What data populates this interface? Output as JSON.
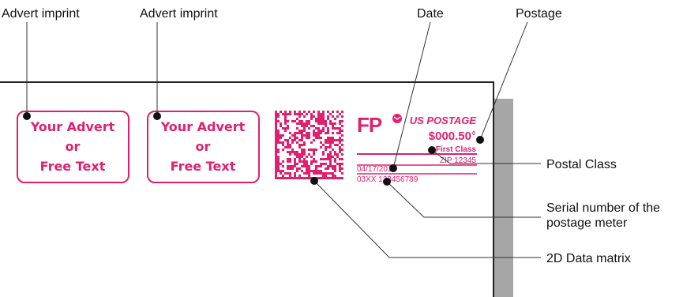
{
  "callouts": {
    "advert_1": "Advert imprint",
    "advert_2": "Advert imprint",
    "date": "Date",
    "postage": "Postage",
    "postal_class": "Postal Class",
    "serial_line1": "Serial number of the",
    "serial_line2": "postage meter",
    "matrix": "2D Data matrix"
  },
  "adverts": [
    {
      "line1": "Your Advert",
      "line2": "or",
      "line3": "Free Text"
    },
    {
      "line1": "Your Advert",
      "line2": "or",
      "line3": "Free Text"
    }
  ],
  "indicia": {
    "logo": "FP",
    "us_postage": "US POSTAGE",
    "amount": "$000.50",
    "amount_suffix": "0",
    "class": "First Class",
    "zip": "ZIP 12345",
    "date": "04/17/2019",
    "serial": "03XX 123456789"
  },
  "colors": {
    "brand": "#e0206f",
    "envelope_edge": "#222222",
    "shadow": "#a6a6a6"
  }
}
